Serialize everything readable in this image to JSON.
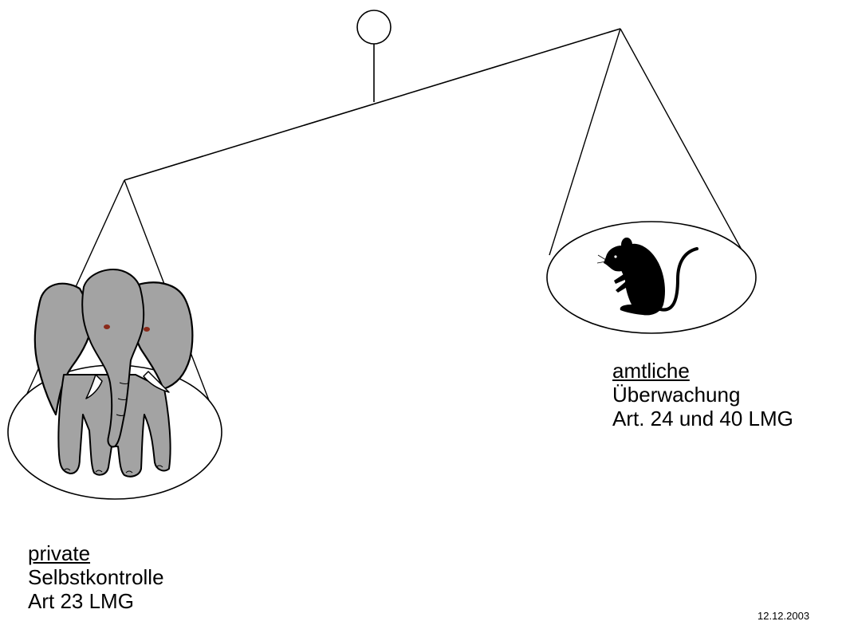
{
  "labels": {
    "right": {
      "line1": "amtliche",
      "line2": "Überwachung",
      "line3": "Art. 24 und 40 LMG"
    },
    "left": {
      "line1": "private",
      "line2": "Selbstkontrolle",
      "line3": "Art 23 LMG"
    }
  },
  "date": "12.12.2003",
  "icons": {
    "left_pan": "elephant-icon",
    "right_pan": "mouse-icon"
  },
  "colors": {
    "elephant_fill": "#a3a3a3",
    "elephant_eye": "#8a2a1a",
    "mouse_fill": "#000000"
  }
}
